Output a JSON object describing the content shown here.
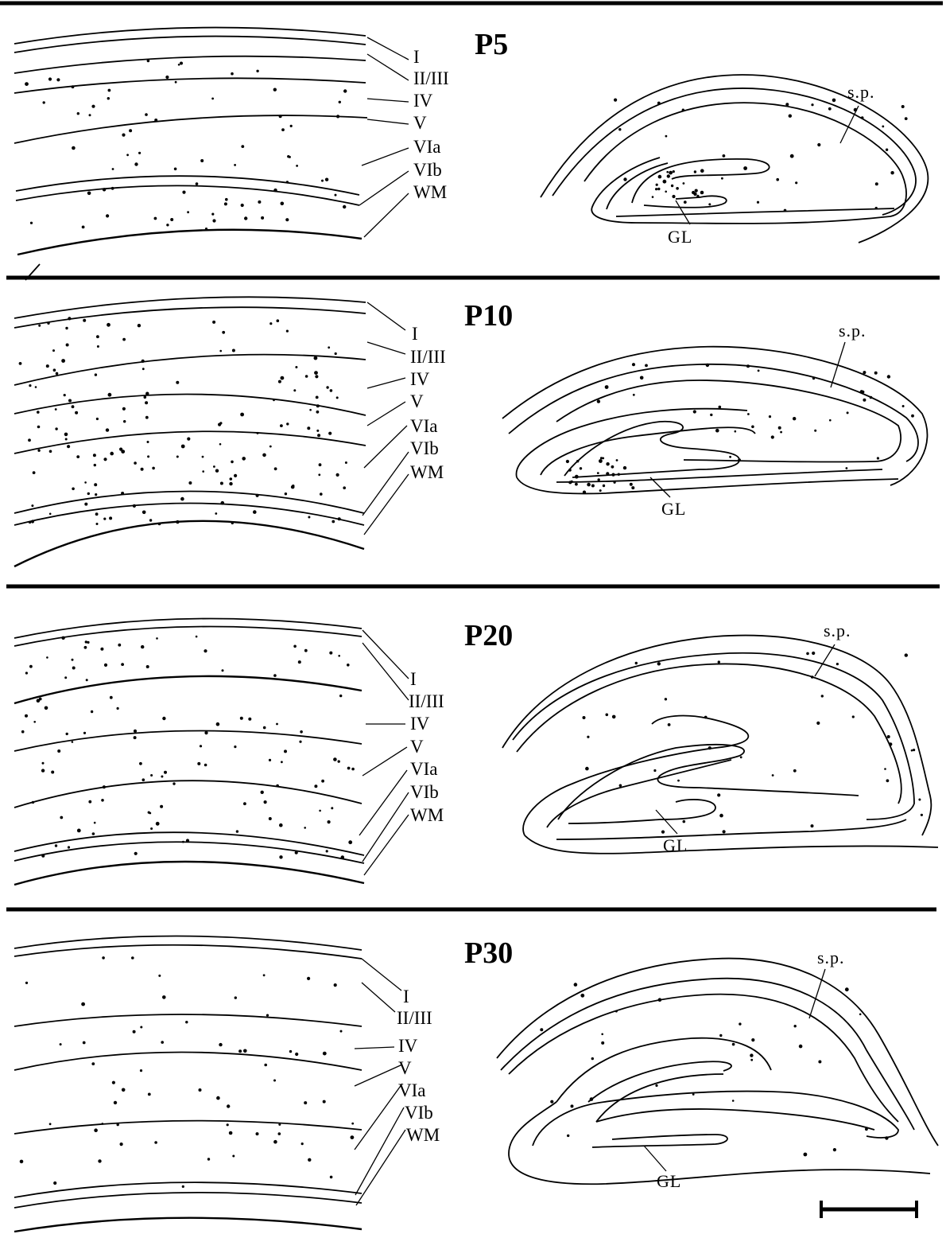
{
  "panels": [
    {
      "stage": "P5",
      "layers": [
        "I",
        "II/III",
        "IV",
        "V",
        "VIa",
        "VIb",
        "WM"
      ],
      "sp_label": "s.p.",
      "gl_label": "GL"
    },
    {
      "stage": "P10",
      "layers": [
        "I",
        "II/III",
        "IV",
        "V",
        "VIa",
        "VIb",
        "WM"
      ],
      "sp_label": "s.p.",
      "gl_label": "GL"
    },
    {
      "stage": "P20",
      "layers": [
        "I",
        "II/III",
        "IV",
        "V",
        "VIa",
        "VIb",
        "WM"
      ],
      "sp_label": "s.p.",
      "gl_label": "GL"
    },
    {
      "stage": "P30",
      "layers": [
        "I",
        "II/III",
        "IV",
        "V",
        "VIa",
        "VIb",
        "WM"
      ],
      "sp_label": "s.p.",
      "gl_label": "GL"
    }
  ],
  "scale_bar": {
    "visible": true
  },
  "colors": {
    "ink": "#000000",
    "background": "#ffffff"
  }
}
